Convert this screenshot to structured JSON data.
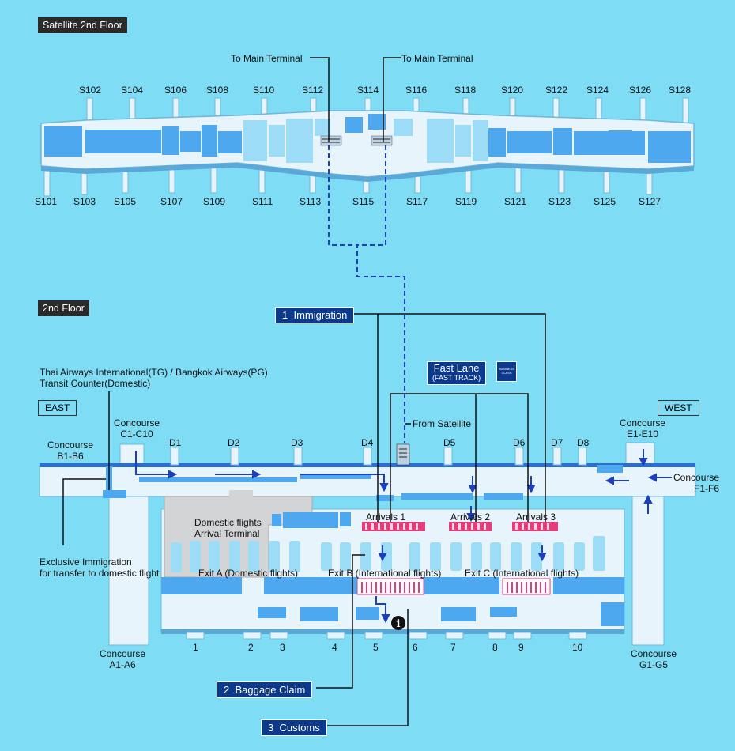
{
  "sections": {
    "satellite_title": "Satellite 2nd Floor",
    "floor_title": "2nd Floor"
  },
  "satellite": {
    "top_gates": [
      "S102",
      "S104",
      "S106",
      "S108",
      "S110",
      "S112",
      "S114",
      "S116",
      "S118",
      "S120",
      "S122",
      "S124",
      "S126",
      "S128"
    ],
    "bottom_gates": [
      "S101",
      "S103",
      "S105",
      "S107",
      "S109",
      "S111",
      "S113",
      "S115",
      "S117",
      "S119",
      "S121",
      "S123",
      "S125",
      "S127"
    ],
    "to_main_left": "To Main Terminal",
    "to_main_right": "To Main Terminal"
  },
  "directions": {
    "east": "EAST",
    "west": "WEST"
  },
  "floor2": {
    "concourses": {
      "b": "Concourse\nB1-B6",
      "c": "Concourse\nC1-C10",
      "e": "Concourse\nE1-E10",
      "f": "Concourse\nF1-F6",
      "a": "Concourse\nA1-A6",
      "g": "Concourse\nG1-G5"
    },
    "d_gates": [
      "D1",
      "D2",
      "D3",
      "D4",
      "D5",
      "D6",
      "D7",
      "D8"
    ],
    "transit_counter": "Thai Airways International(TG) / Bangkok Airways(PG)\nTransit Counter(Domestic)",
    "exclusive_immigration": "Exclusive Immigration\nfor transfer to domestic flight",
    "from_satellite": "From Satellite",
    "domestic_terminal": "Domestic flights\nArrival Terminal",
    "arrivals": [
      "Arrivals 1",
      "Arrivals 2",
      "Arrivals 3"
    ],
    "exits": [
      "Exit A (Domestic flights)",
      "Exit B (International flights)",
      "Exit C (International flights)"
    ],
    "doors": [
      "1",
      "2",
      "3",
      "4",
      "5",
      "6",
      "7",
      "8",
      "9",
      "10"
    ],
    "fast_lane": {
      "title": "Fast Lane",
      "sub": "(FAST TRACK)",
      "badge": "BUSINESS CLASS"
    },
    "info_icon": "i"
  },
  "steps": [
    {
      "num": "1",
      "label": "Immigration"
    },
    {
      "num": "2",
      "label": "Baggage Claim"
    },
    {
      "num": "3",
      "label": "Customs"
    }
  ],
  "colors": {
    "background": "#7fdcf5",
    "floor": "#e8f4fb",
    "blue_block": "#4da8ef",
    "light_block": "#9ddcf7",
    "domestic": "#d2d4d6",
    "navy": "#0b3a8c",
    "arrow": "#1b3fbf",
    "carousel": "#e83c7a"
  }
}
